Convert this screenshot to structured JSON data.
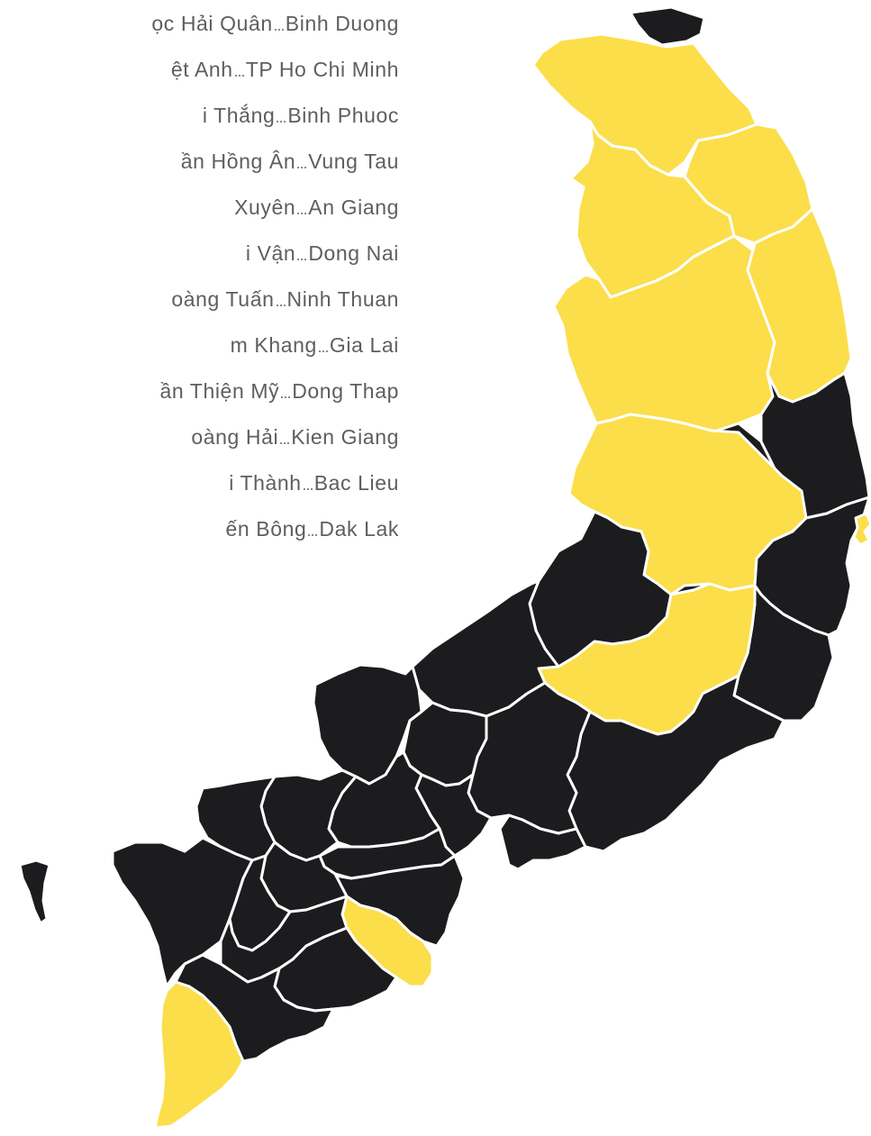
{
  "legend": {
    "entries": [
      {
        "name": "ọc Hải Quân",
        "province": "Binh Duong"
      },
      {
        "name": "ệt Anh",
        "province": "TP Ho Chi Minh"
      },
      {
        "name": "i Thắng",
        "province": "Binh Phuoc"
      },
      {
        "name": "ần Hồng Ân",
        "province": "Vung Tau"
      },
      {
        "name": "Xuyên",
        "province": "An Giang"
      },
      {
        "name": "i Vận",
        "province": "Dong Nai"
      },
      {
        "name": "oàng Tuấn",
        "province": "Ninh Thuan"
      },
      {
        "name": "m Khang",
        "province": "Gia Lai"
      },
      {
        "name": "ần Thiện Mỹ",
        "province": "Dong Thap"
      },
      {
        "name": "oàng Hải",
        "province": "Kien Giang"
      },
      {
        "name": "i Thành",
        "province": "Bac Lieu"
      },
      {
        "name": "ến Bông",
        "province": "Dak Lak"
      }
    ]
  },
  "map": {
    "colors": {
      "highlighted": "#FBDE4A",
      "default": "#1C1C1F",
      "border": "#FFFFFF"
    },
    "regions": [
      {
        "id": "quang-binh",
        "highlighted": false
      },
      {
        "id": "quang-tri-hue",
        "highlighted": true
      },
      {
        "id": "quang-nam",
        "highlighted": true
      },
      {
        "id": "quang-ngai",
        "highlighted": true
      },
      {
        "id": "kon-tum",
        "highlighted": true
      },
      {
        "id": "binh-dinh",
        "highlighted": true
      },
      {
        "id": "gia-lai",
        "highlighted": false
      },
      {
        "id": "phu-yen",
        "highlighted": false
      },
      {
        "id": "dak-lak",
        "highlighted": true
      },
      {
        "id": "khanh-hoa",
        "highlighted": false
      },
      {
        "id": "ninh-thuan",
        "highlighted": false
      },
      {
        "id": "dak-nong",
        "highlighted": false
      },
      {
        "id": "lam-dong",
        "highlighted": true
      },
      {
        "id": "binh-thuan",
        "highlighted": false
      },
      {
        "id": "binh-phuoc",
        "highlighted": false
      },
      {
        "id": "dong-nai",
        "highlighted": false
      },
      {
        "id": "tay-ninh",
        "highlighted": false
      },
      {
        "id": "binh-duong",
        "highlighted": false
      },
      {
        "id": "vung-tau",
        "highlighted": false
      },
      {
        "id": "ho-chi-minh",
        "highlighted": false
      },
      {
        "id": "long-an",
        "highlighted": false
      },
      {
        "id": "tien-giang",
        "highlighted": false
      },
      {
        "id": "ben-tre",
        "highlighted": false
      },
      {
        "id": "dong-thap",
        "highlighted": false
      },
      {
        "id": "an-giang",
        "highlighted": false
      },
      {
        "id": "kien-giang",
        "highlighted": false
      },
      {
        "id": "vinh-long",
        "highlighted": false
      },
      {
        "id": "tra-vinh",
        "highlighted": true
      },
      {
        "id": "can-tho",
        "highlighted": false
      },
      {
        "id": "hau-giang",
        "highlighted": false
      },
      {
        "id": "soc-trang",
        "highlighted": false
      },
      {
        "id": "bac-lieu",
        "highlighted": false
      },
      {
        "id": "ca-mau",
        "highlighted": true
      },
      {
        "id": "phu-quoc",
        "highlighted": false
      },
      {
        "id": "ly-son",
        "highlighted": true
      }
    ]
  }
}
